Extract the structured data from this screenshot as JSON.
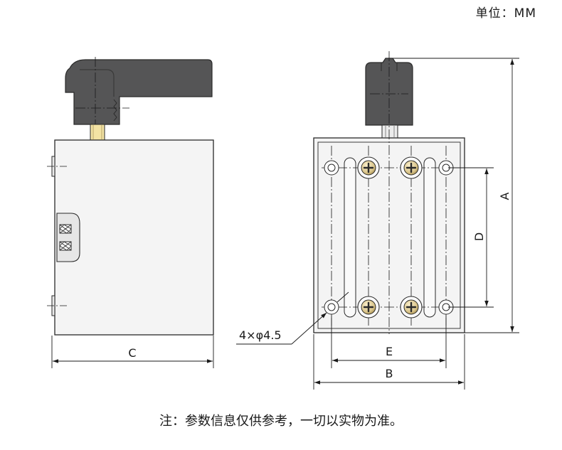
{
  "unit_label": "单位：MM",
  "footnote": "注：参数信息仅供参考，一切以实物为准。",
  "dimensions": {
    "a": "A",
    "b": "B",
    "c": "C",
    "d": "D",
    "e": "E",
    "holes": "4×φ4.5"
  }
}
